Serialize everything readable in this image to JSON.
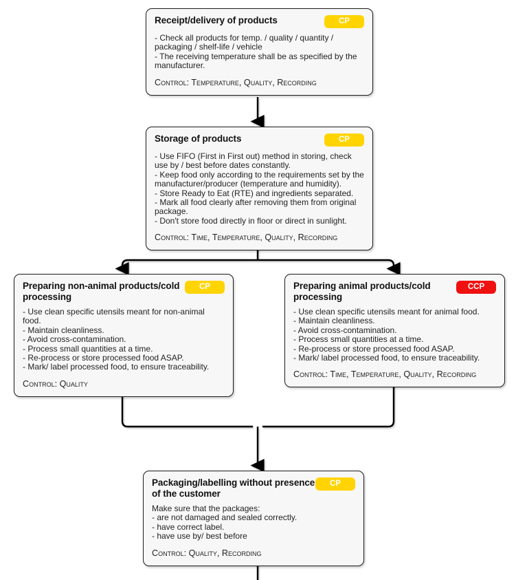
{
  "diagram": {
    "title": "Food safety process flow (CP / CCP)",
    "badge_colors": {
      "cp": "#ffd400",
      "ccp": "#ef1010"
    },
    "background": "#ffffff",
    "node_fill": "#f7f7f7",
    "node_stroke": "#1c1c1c",
    "connector_color": "#000000"
  },
  "nodes": [
    {
      "id": "receipt",
      "title": "Receipt/delivery of products",
      "badge": "CP",
      "badge_type": "cp",
      "body": "- Check all products for temp. / quality / quantity / packaging / shelf-life / vehicle\n- The receiving temperature shall be as specified by the manufacturer.",
      "control": "Control: Temperature, Quality, Recording"
    },
    {
      "id": "storage",
      "title": "Storage of products",
      "badge": "CP",
      "badge_type": "cp",
      "body": "- Use FIFO (First in First out) method in storing, check use by / best before dates constantly.\n- Keep food only according to the requirements set by the manufacturer/producer (temperature and humidity).\n- Store Ready to Eat (RTE) and ingredients separated.\n- Mark all food clearly after removing them from original package.\n- Don't store food directly in floor or direct in sunlight.",
      "control": "Control: Time, Temperature, Quality, Recording"
    },
    {
      "id": "nonanimal",
      "title": "Preparing non-animal products/cold processing",
      "badge": "CP",
      "badge_type": "cp",
      "body": "- Use clean specific utensils meant for non-animal food.\n- Maintain cleanliness.\n- Avoid cross-contamination.\n- Process small quantities at a time.\n- Re-process or store processed food ASAP.\n- Mark/ label processed food, to ensure traceability.",
      "control": "Control: Quality"
    },
    {
      "id": "animal",
      "title": "Preparing animal products/cold processing",
      "badge": "CCP",
      "badge_type": "ccp",
      "body": "- Use clean specific utensils meant for animal food.\n- Maintain cleanliness.\n- Avoid cross-contamination.\n- Process small quantities at a time.\n- Re-process or store processed food ASAP.\n- Mark/ label processed food, to ensure traceability.",
      "control": "Control: Time, Temperature, Quality, Recording"
    },
    {
      "id": "packaging",
      "title": "Packaging/labelling without presence of the customer",
      "badge": "CP",
      "badge_type": "cp",
      "body": "Make sure that the packages:\n- are not damaged and sealed correctly.\n- have correct label.\n- have use by/ best before",
      "control": "Control: Quality, Recording"
    }
  ],
  "connectors": [
    {
      "id": "receipt-to-storage",
      "from": "receipt",
      "to": "storage",
      "kind": "straight-arrow"
    },
    {
      "id": "storage-to-nonanimal",
      "from": "storage",
      "to": "nonanimal",
      "kind": "split-left-arrow"
    },
    {
      "id": "storage-to-animal",
      "from": "storage",
      "to": "animal",
      "kind": "split-right-arrow"
    },
    {
      "id": "nonanimal-to-packaging",
      "from": "nonanimal",
      "to": "packaging",
      "kind": "merge-left"
    },
    {
      "id": "animal-to-packaging",
      "from": "animal",
      "to": "packaging",
      "kind": "merge-right"
    },
    {
      "id": "packaging-to-next",
      "from": "packaging",
      "to": "offscreen",
      "kind": "tail"
    }
  ]
}
